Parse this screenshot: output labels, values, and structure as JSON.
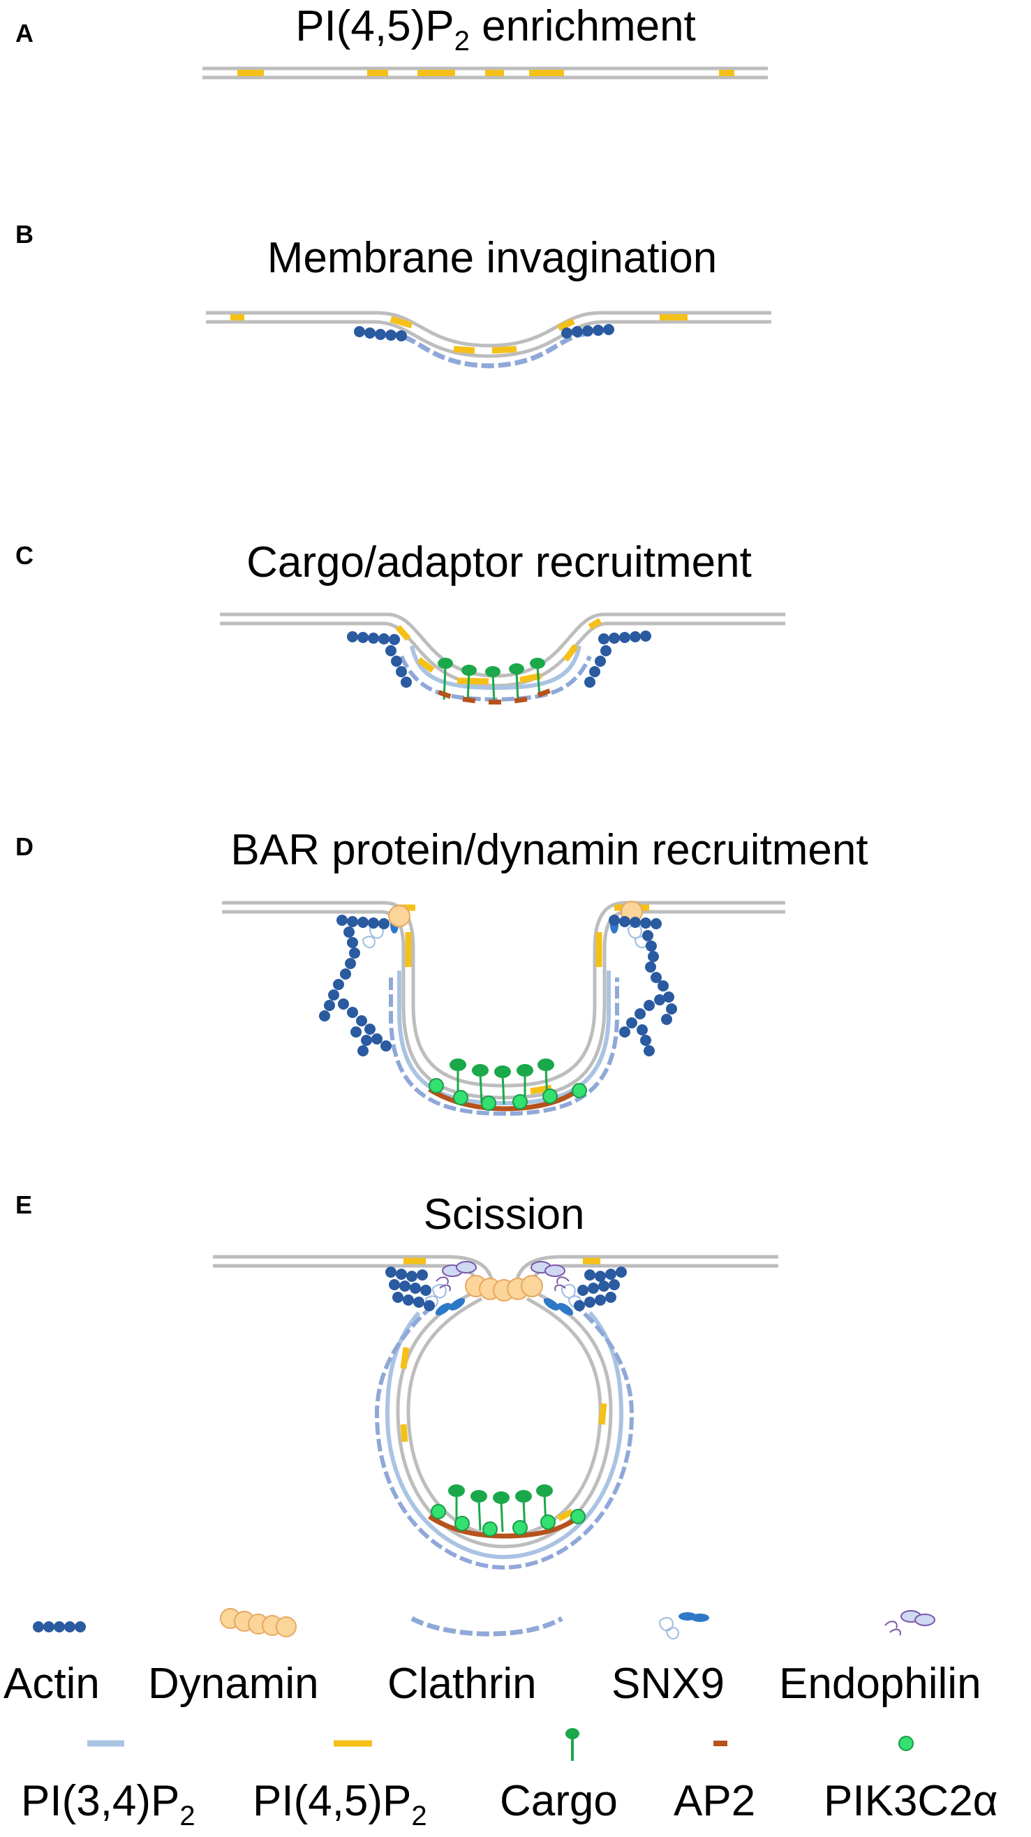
{
  "panels": [
    {
      "letter": "A",
      "title_main": "PI(4,5)P",
      "title_sub": "2",
      "title_rest": " enrichment"
    },
    {
      "letter": "B",
      "title": "Membrane invagination"
    },
    {
      "letter": "C",
      "title": "Cargo/adaptor recruitment"
    },
    {
      "letter": "D",
      "title": "BAR protein/dynamin recruitment"
    },
    {
      "letter": "E",
      "title": "Scission"
    }
  ],
  "legend": {
    "row1": [
      "Actin",
      "Dynamin",
      "Clathrin",
      "SNX9",
      "Endophilin"
    ],
    "row2": [
      {
        "main": "PI(3,4)P",
        "sub": "2"
      },
      {
        "main": "PI(4,5)P",
        "sub": "2"
      },
      {
        "main": "Cargo"
      },
      {
        "main": "AP2"
      },
      {
        "main": "PIK3C2α"
      }
    ]
  },
  "colors": {
    "membrane": "#bdbdbd",
    "pi45p2": "#f5c018",
    "pi34p2": "#a9c3e3",
    "actin": "#2a5aa0",
    "dynamin": "#fbd59a",
    "dynamin_edge": "#e8a860",
    "clathrin": "#8fa8d8",
    "cargo": "#1aa84a",
    "ap2": "#b6521c",
    "pik3c2a": "#33e070",
    "pik3c2a_edge": "#1a9a48",
    "snx9": "#2e78c8",
    "endophilin": "#7a57a8"
  }
}
